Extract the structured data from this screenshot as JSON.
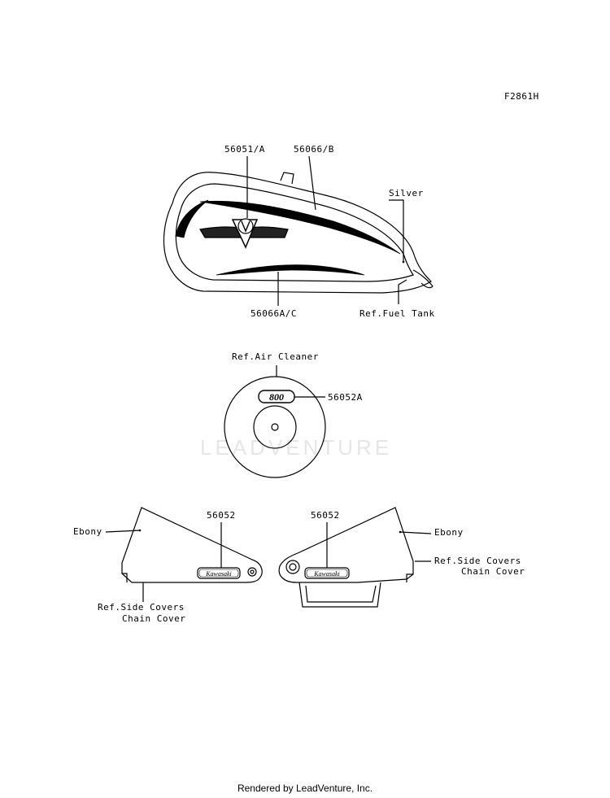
{
  "figure_code": "F2861H",
  "watermark": "LEADVENTURE",
  "fuel_tank": {
    "part_a": "56051/A",
    "part_b": "56066/B",
    "part_c": "56066A/C",
    "color": "Silver",
    "ref": "Ref.Fuel Tank"
  },
  "air_cleaner": {
    "ref": "Ref.Air Cleaner",
    "part": "56052A",
    "badge_text": "800"
  },
  "left_cover": {
    "part": "56052",
    "color": "Ebony",
    "ref_line1": "Ref.Side Covers",
    "ref_line2": "Chain Cover",
    "emblem_text": "Kawasaki"
  },
  "right_cover": {
    "part": "56052",
    "color": "Ebony",
    "ref_line1": "Ref.Side Covers",
    "ref_line2": "Chain Cover",
    "emblem_text": "Kawasaki"
  },
  "footer": "Rendered by LeadVenture, Inc."
}
